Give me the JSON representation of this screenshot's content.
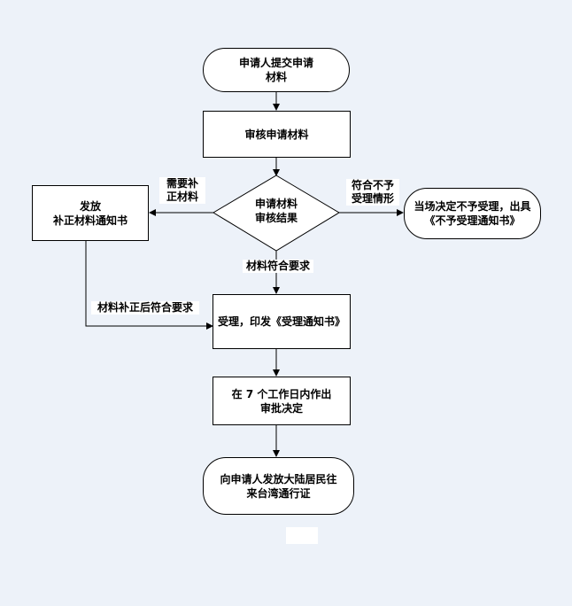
{
  "nodes": {
    "start": "申请人提交申请\n材料",
    "review": "审核申请材料",
    "decision": "申请材料\n审核结果",
    "issue_notice": "发放\n补正材料通知书",
    "reject": "当场决定不予受理，出具\n《不予受理通知书》",
    "accept": "受理，印发《受理通知书》",
    "approve": "在 7 个工作日内作出\n审批决定",
    "end": "向申请人发放大陆居民往\n来台湾通行证"
  },
  "edge_labels": {
    "need_supplement": "需要补\n正材料",
    "not_accept": "符合不予\n受理情形",
    "meets": "材料符合要求",
    "supplement_ok": "材料补正后符合要求"
  }
}
